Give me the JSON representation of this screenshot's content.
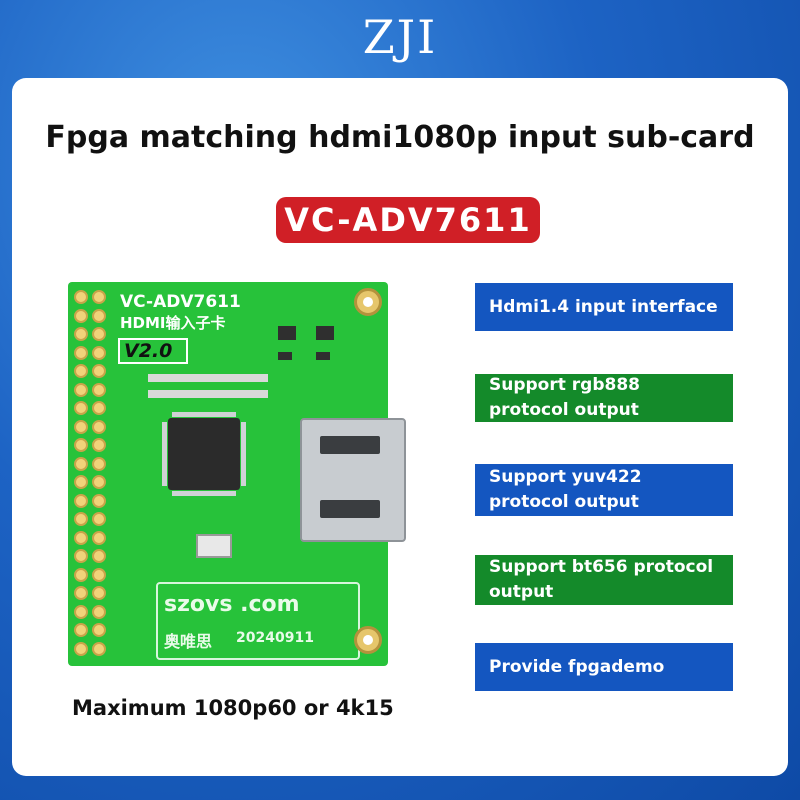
{
  "brand": "ZJI",
  "headline": "Fpga matching hdmi1080p input sub-card",
  "model_badge": "VC-ADV7611",
  "features": [
    {
      "text": "Hdmi1.4 input interface",
      "color": "#1456c0"
    },
    {
      "text": "Support rgb888 protocol output",
      "color": "#148a2a"
    },
    {
      "text": "Support yuv422 protocol output",
      "color": "#1456c0"
    },
    {
      "text": "Support bt656 protocol output",
      "color": "#148a2a"
    },
    {
      "text": "Provide fpgademo",
      "color": "#1456c0"
    }
  ],
  "bottom_note": "Maximum 1080p60 or 4k15",
  "board": {
    "model": "VC-ADV7611",
    "subtitle": "HDMI输入子卡",
    "version": "V2.0",
    "site": "szovs .com",
    "maker": "奥唯思",
    "date": "20240911",
    "board_color": "#27c23a"
  }
}
